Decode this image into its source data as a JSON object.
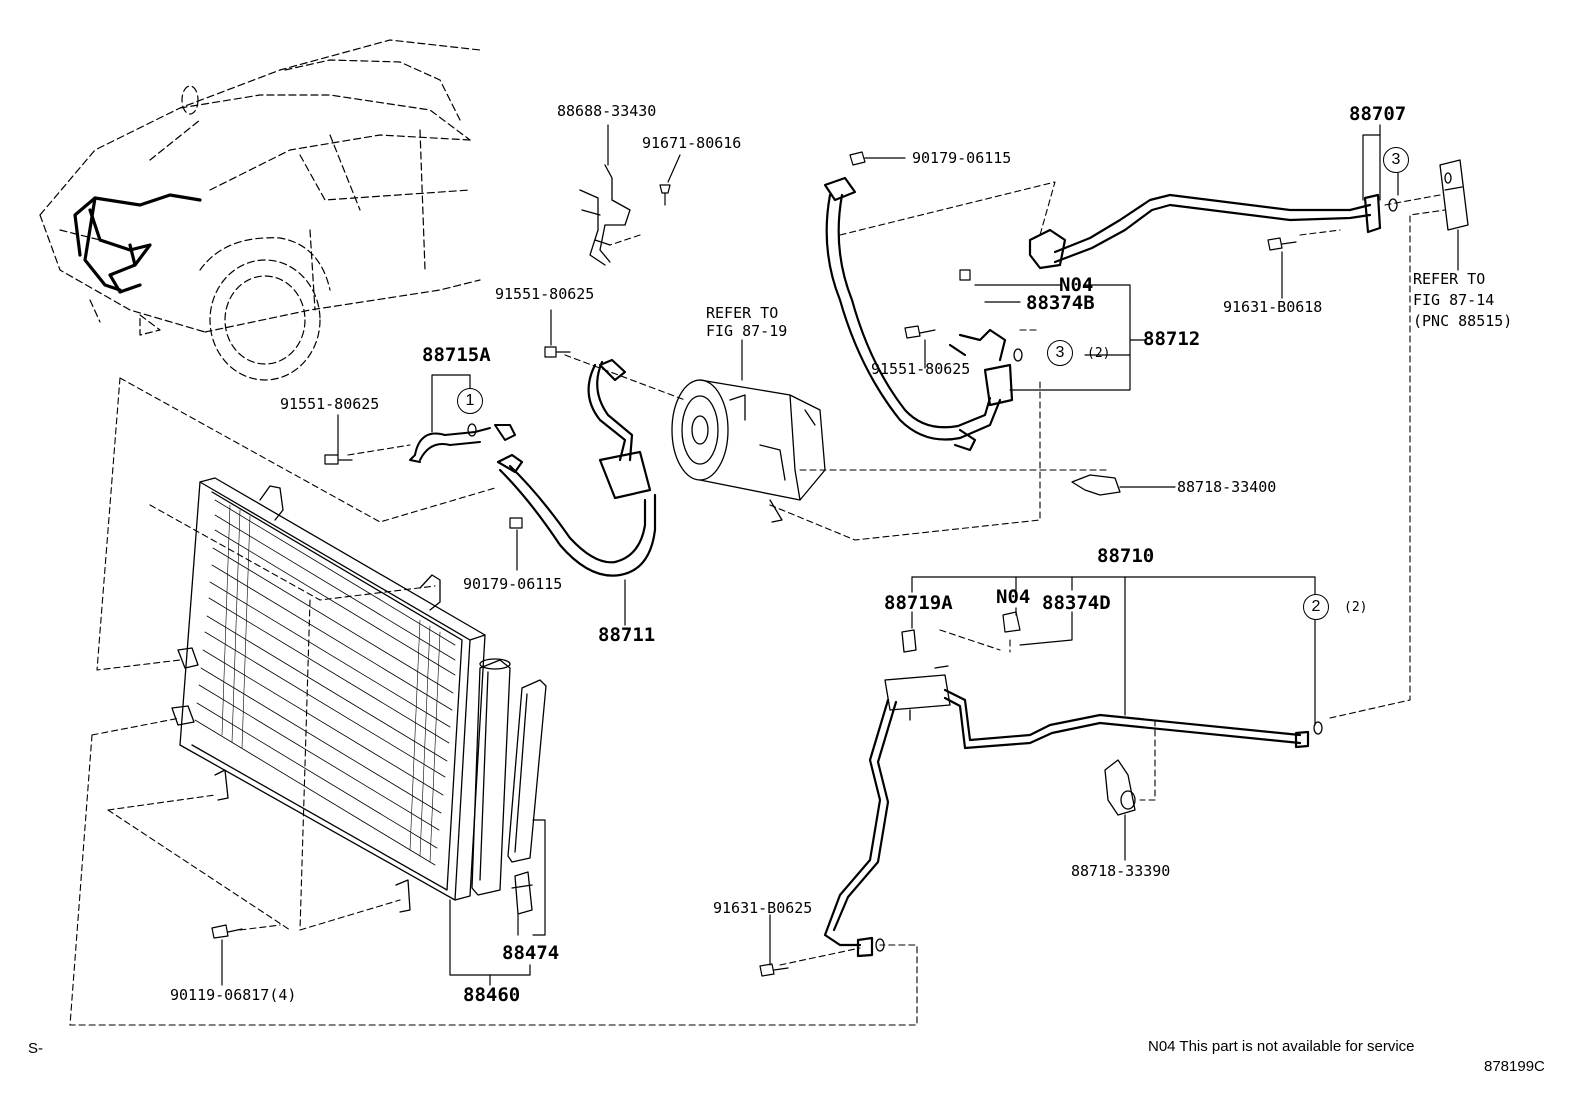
{
  "parts": {
    "p88688_33430": "88688-33430",
    "p91671_80616": "91671-80616",
    "p90179_06115_top": "90179-06115",
    "p88707": "88707",
    "p91551_80625_mid": "91551-80625",
    "refer_fig_87_19_line1": "REFER TO",
    "refer_fig_87_19_line2": "FIG 87-19",
    "p88715A": "88715A",
    "p91551_80625_left": "91551-80625",
    "pN04_top": "N04",
    "p88374B": "88374B",
    "p88712": "88712",
    "p91551_80625_right": "91551-80625",
    "p91631_B0618": "91631-B0618",
    "refer_fig_87_14_line1": "REFER TO",
    "refer_fig_87_14_line2": "FIG 87-14",
    "refer_fig_87_14_line3": "(PNC 88515)",
    "p88718_33400": "88718-33400",
    "p90179_06115_low": "90179-06115",
    "p88711": "88711",
    "p88710": "88710",
    "p88719A": "88719A",
    "pN04_low": "N04",
    "p88374D": "88374D",
    "p88718_33390": "88718-33390",
    "p91631_B0625": "91631-B0625",
    "p88474": "88474",
    "p88460": "88460",
    "p90119_06817": "90119-06817(4)"
  },
  "callouts": {
    "c1": "1",
    "c2": "2",
    "c3a": "3",
    "c3b": "3",
    "qty_3b": "(2)",
    "qty_2": "(2)"
  },
  "footer": {
    "note": "N04 This part is not available for service",
    "figure_code": "878199C",
    "corner_mark": "S-"
  }
}
